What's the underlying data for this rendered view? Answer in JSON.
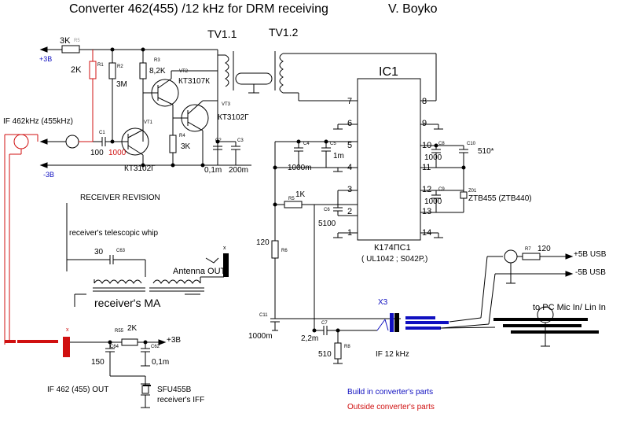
{
  "title": "Converter 462(455) /12 kHz for DRM receiving",
  "author": "V. Boyko",
  "transformers": {
    "tv1_1": "TV1.1",
    "tv1_2": "TV1.2"
  },
  "ic": {
    "name": "IC1",
    "part": "К174ПС1",
    "equivalents": "( UL1042 ; S042P,)",
    "pins": [
      "1",
      "2",
      "3",
      "4",
      "5",
      "6",
      "7",
      "8",
      "9",
      "10",
      "11",
      "12",
      "13",
      "14"
    ]
  },
  "supply": {
    "plus3": "+3В",
    "minus3": "-3В",
    "plus3b": "+3В",
    "plus5usb": "+5В USB",
    "minus5usb": "-5В USB"
  },
  "components": {
    "r_3k_val": "3K",
    "r_3k_tiny": "R5",
    "r1_ref": "R1",
    "r1_val": "2K",
    "r2_ref": "R2",
    "r2_val": "3M",
    "r3_ref": "R3",
    "r3_val": "8,2K",
    "r4_ref": "R4",
    "r4_val": "3K",
    "r5_ref": "R5",
    "r5_val": "1K",
    "r6_ref": "R6",
    "r6_val": "120",
    "r7_ref": "R7",
    "r7_val": "120",
    "r8_ref": "R8",
    "r8_val": "510",
    "r55_ref": "R55",
    "r55_val": "2K",
    "c1_ref": "C1",
    "c1_val": "100",
    "c1_alt": "1000",
    "c2_ref": "C2",
    "c2_val": "0,1m",
    "c3_ref": "C3",
    "c3_val": "200m",
    "c4_ref": "C4",
    "c4_val": "1000m",
    "c5_ref": "C5",
    "c5_val": "1m",
    "c6_ref": "C6",
    "c6_val": "5100",
    "c7_ref": "C7",
    "c7_val": "2,2m",
    "c8_ref": "C8",
    "c8_val": "1000",
    "c9_ref": "C9",
    "c9_val": "1000",
    "c10_ref": "C10",
    "c10_val": "510*",
    "c11_ref": "C11",
    "c11_val": "1000m",
    "c63_ref": "C63",
    "c63_val": "30",
    "c64_ref": "C64",
    "c64_val": "150",
    "c62_ref": "C62",
    "c62_val": "0,1m",
    "z01_ref": "Z01",
    "z01_val": "ZTB455 (ZTB440)",
    "vt1_ref": "VT1",
    "vt1_part": "КТ3102Г",
    "vt2_ref": "VT2",
    "vt2_part": "КТ3107К",
    "vt3_ref": "VT3",
    "vt3_part": "КТ3102Г",
    "x_mark": "x",
    "x3_ref": "X3"
  },
  "labels": {
    "if_in": "IF 462kHz (455kHz)",
    "receiver_revision": "RECEIVER REVISION",
    "whip": "receiver's telescopic whip",
    "antenna_out": "Antenna OUT",
    "receiver_ma": "receiver's MA",
    "if_out": "IF 462 (455) OUT",
    "sfu": "SFU455B",
    "iff": "receiver's IFF",
    "if12": "IF 12 kHz",
    "to_pc": "to PC Mic In/ Lin In"
  },
  "legend": {
    "build_in": {
      "label": "Build in converter's parts",
      "color": "#1010c0"
    },
    "outside": {
      "label": "Outside converter's parts",
      "color": "#d01010"
    }
  },
  "colors": {
    "wire": "#000000",
    "blue": "#1010c0",
    "red": "#d01010"
  }
}
